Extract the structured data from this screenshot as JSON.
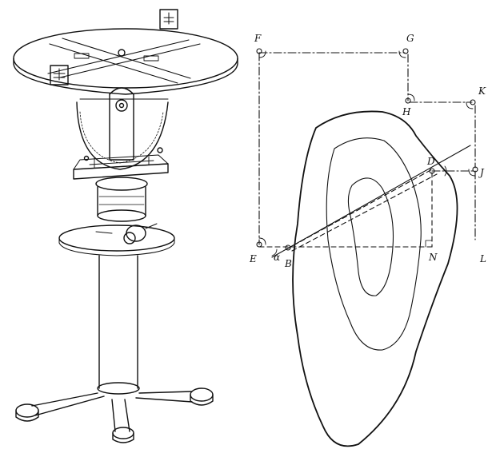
{
  "figure": {
    "ink_color": "#111111",
    "background": "#ffffff",
    "instrument_icon": "plane-table-instrument-illustration",
    "survey_labels": {
      "F": "F",
      "G": "G",
      "H": "H",
      "K": "K",
      "J": "J",
      "E": "E",
      "B": "B",
      "N": "N",
      "D": "D",
      "L": "L",
      "alpha": "α"
    }
  }
}
